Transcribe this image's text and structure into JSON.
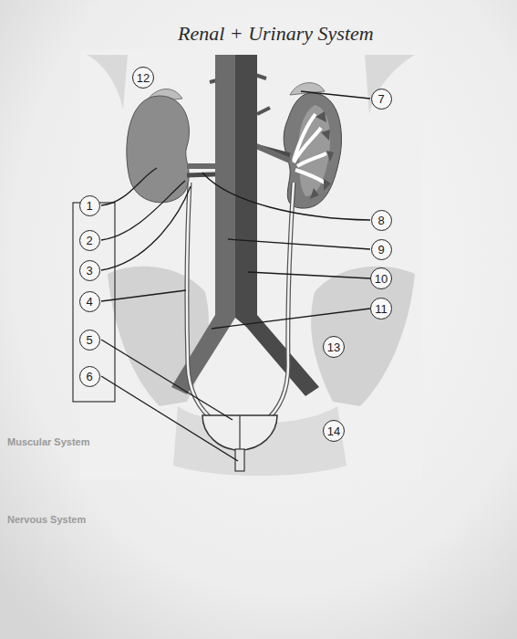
{
  "diagram": {
    "title": "Renal + Urinary System",
    "nodes": [
      {
        "text": [
          "1"
        ]
      },
      {
        "text": [
          "2"
        ]
      },
      {
        "text": [
          "3"
        ]
      },
      {
        "text": [
          "4"
        ]
      },
      {
        "text": [
          "5"
        ]
      },
      {
        "text": [
          "6"
        ]
      },
      {
        "text": [
          "7"
        ]
      },
      {
        "text": [
          "8"
        ]
      },
      {
        "text": [
          "9"
        ]
      },
      {
        "text": [
          "10"
        ]
      },
      {
        "text": [
          "11"
        ]
      },
      {
        "text": [
          "12"
        ]
      },
      {
        "text": [
          "13"
        ]
      },
      {
        "text": [
          "14"
        ]
      }
    ],
    "labels": [
      "Muscular System",
      "Nervous System"
    ]
  }
}
